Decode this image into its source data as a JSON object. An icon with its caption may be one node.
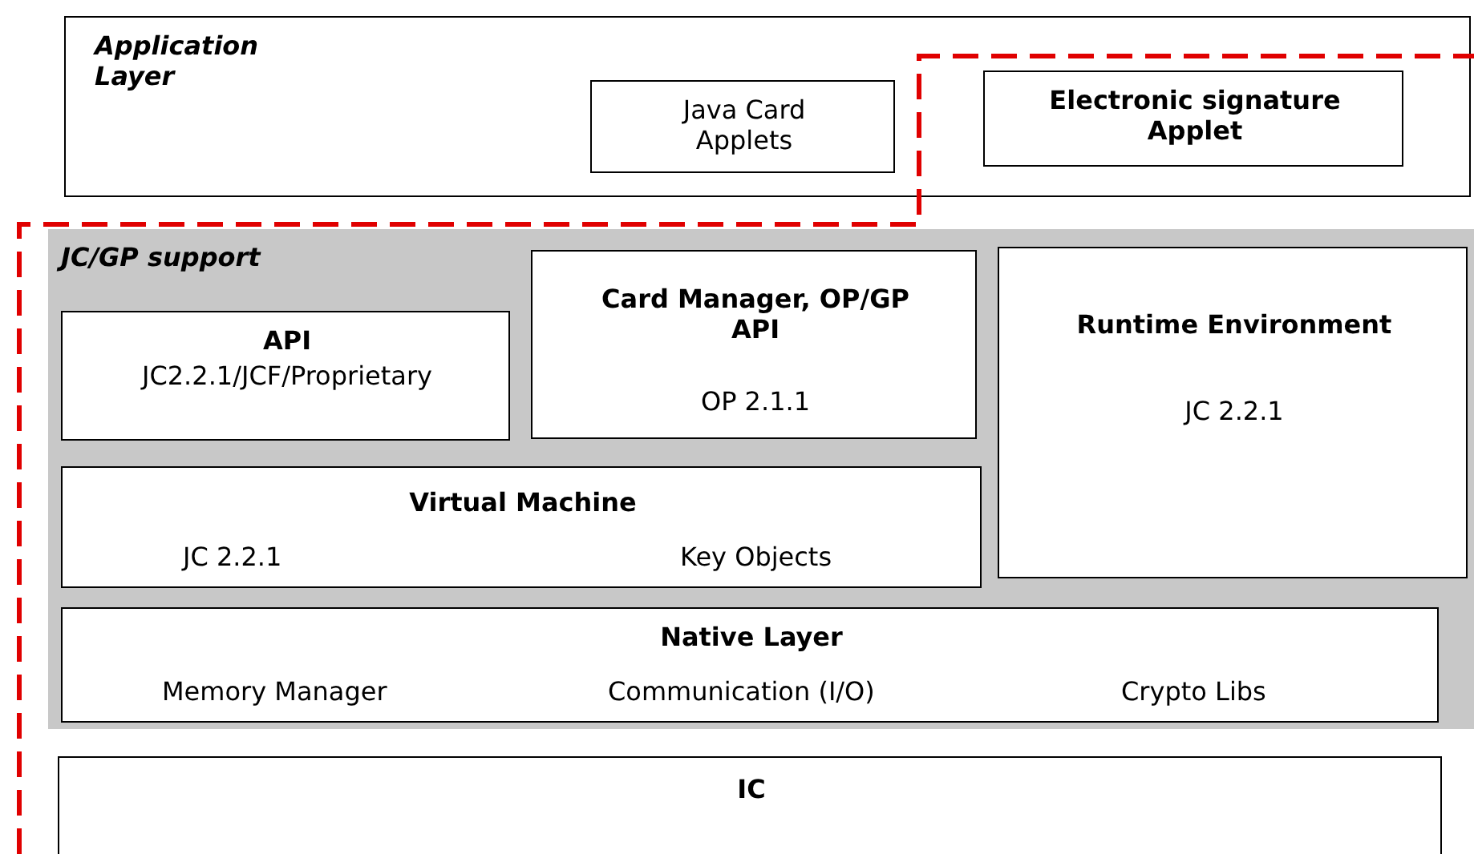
{
  "diagram": {
    "nodes": [
      {
        "text": [
          "Application Layer"
        ]
      },
      {
        "text": [
          "Java Card Applets"
        ],
        "in": 0
      },
      {
        "text": [
          "Electronic signature Applet"
        ],
        "in": 0
      },
      {
        "text": [
          "JC/GP support"
        ]
      },
      {
        "text": [
          "API",
          "JC2.2.1/JCF/Proprietary"
        ],
        "in": 3
      },
      {
        "text": [
          "Card Manager, OP/GP API",
          "OP 2.1.1"
        ],
        "in": 3
      },
      {
        "text": [
          "Runtime Environment",
          "JC 2.2.1"
        ],
        "in": 3
      },
      {
        "text": [
          "Virtual Machine",
          "JC 2.2.1",
          "Key Objects"
        ],
        "in": 3
      },
      {
        "text": [
          "Native Layer",
          "Memory Manager",
          "Communication (I/O)",
          "Crypto Libs"
        ],
        "in": 3
      },
      {
        "text": [
          "IC"
        ]
      }
    ],
    "edges": []
  }
}
